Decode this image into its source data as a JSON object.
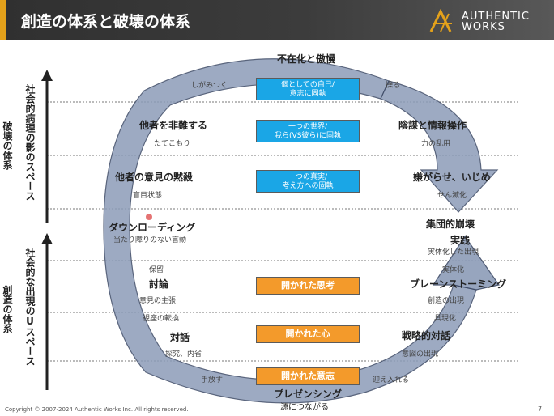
{
  "header": {
    "title": "創造の体系と破壊の体系",
    "logo_line1": "AUTHENTIC",
    "logo_line2": "WORKS"
  },
  "left_axis": {
    "destruction_label": "破壊の体系",
    "destruction_space": "社会的病理の影のスペース",
    "creation_label": "創造の体系",
    "creation_space": "社会的な出現のUスペース"
  },
  "labels": {
    "top": "不在化と傲慢",
    "shigamitsuku": "しがみつく",
    "ayatsuru": "操る",
    "hinan": "他者を非難する",
    "tatekomori": "たてこもり",
    "inbou": "陰謀と情報操作",
    "chikara": "力の乱用",
    "mokusatsu": "他者の意見の黙殺",
    "moumoku": "盲目状態",
    "iyagarase": "嫌がらせ、いじめ",
    "senmetsu": "せん滅化",
    "download": "ダウンローディング",
    "download_sub": "当たり障りのない言動",
    "houkai": "集団的崩壊",
    "jissen": "実践",
    "jittai": "実体化した出現",
    "horyu": "保留",
    "touron": "討論",
    "jitaika": "実体化",
    "brainstorm": "ブレーンストーミング",
    "iken": "意見の主張",
    "souzou": "創造の出現",
    "shiza": "視座の転換",
    "gugen": "具現化",
    "taiwa": "対話",
    "senryaku": "戦略的対話",
    "tankyu": "探究、内省",
    "ito": "意図の出現",
    "tebanasu": "手放す",
    "ukeire": "迎え入れる",
    "presencing": "プレゼンシング",
    "minamoto": "源につながる"
  },
  "boxes": {
    "blue1": "個としての自己/\n意志に固執",
    "blue2": "一つの世界/\n我ら(VS彼ら)に固執",
    "blue3": "一つの真実/\n考え方への固執",
    "orange1": "開かれた思考",
    "orange2": "開かれた心",
    "orange3": "開かれた意志"
  },
  "footer": {
    "copyright": "Copyright © 2007-2024 Authentic Works Inc. All rights reserved.",
    "page": "7"
  },
  "colors": {
    "header_bg": "#333333",
    "accent": "#e3a11b",
    "loop_fill": "#8c9cb8",
    "blue_box": "#1aa6e6",
    "orange_box": "#f39a2b"
  }
}
